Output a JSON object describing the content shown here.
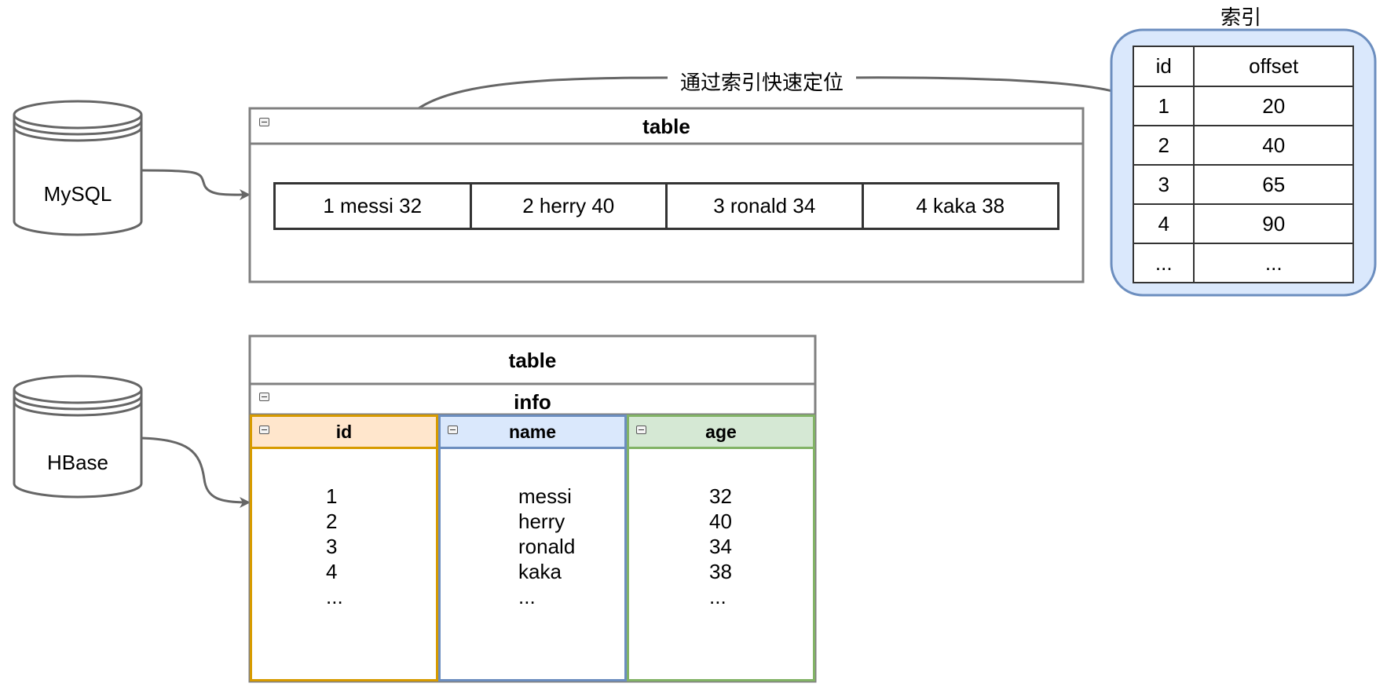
{
  "mysql": {
    "db_label": "MySQL",
    "table_title": "table",
    "rows": [
      "1 messi 32",
      "2 herry 40",
      "3 ronald 34",
      "4 kaka 38"
    ]
  },
  "index": {
    "title": "索引",
    "headers": [
      "id",
      "offset"
    ],
    "rows": [
      [
        "1",
        "20"
      ],
      [
        "2",
        "40"
      ],
      [
        "3",
        "65"
      ],
      [
        "4",
        "90"
      ],
      [
        "...",
        "..."
      ]
    ],
    "arrow_label": "通过索引快速定位"
  },
  "hbase": {
    "db_label": "HBase",
    "table_title": "table",
    "family_title": "info",
    "columns": [
      {
        "name": "id",
        "values": [
          "1",
          "2",
          "3",
          "4",
          "..."
        ],
        "color": "#d79b00",
        "fill": "#ffe6cc"
      },
      {
        "name": "name",
        "values": [
          "messi",
          "herry",
          "ronald",
          "kaka",
          "..."
        ],
        "color": "#6c8ebf",
        "fill": "#dae8fc"
      },
      {
        "name": "age",
        "values": [
          "32",
          "40",
          "34",
          "38",
          "..."
        ],
        "color": "#82b366",
        "fill": "#d5e8d4"
      }
    ]
  },
  "colors": {
    "stroke": "#666666",
    "index_fill": "#dae8fc",
    "index_stroke": "#6c8ebf"
  }
}
